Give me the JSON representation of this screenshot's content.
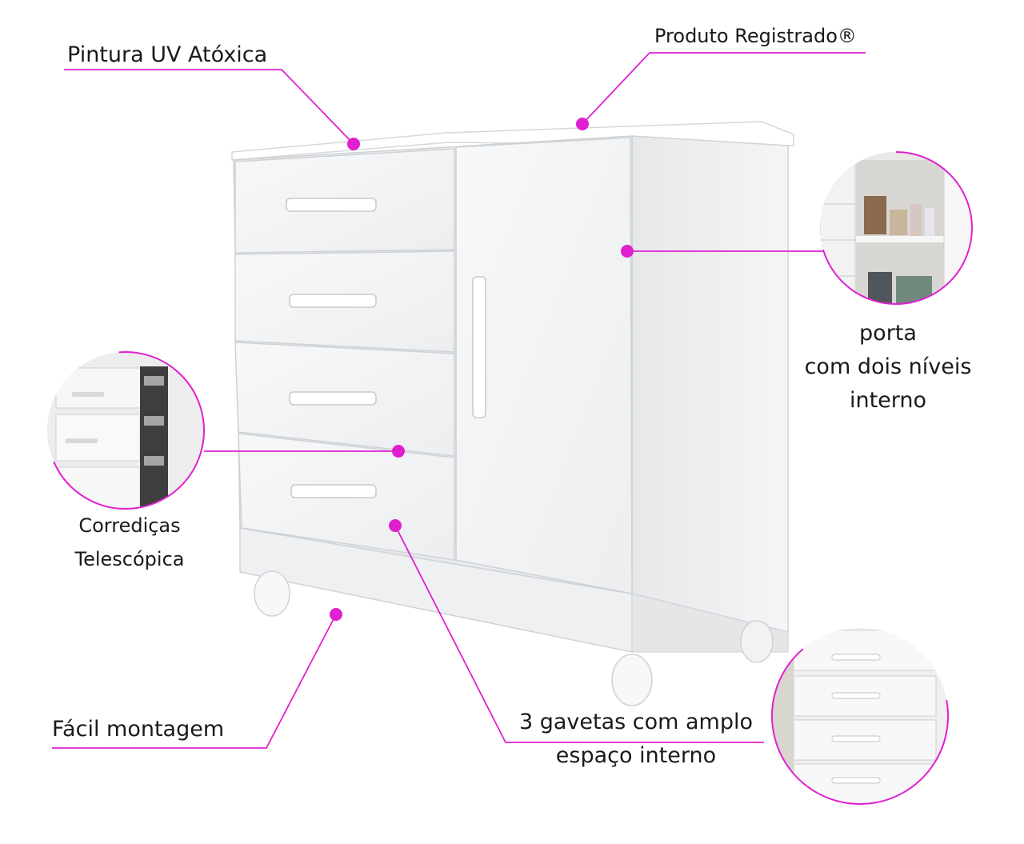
{
  "accent_color": "#e020d0",
  "cabinet_color": "#f3f4f5",
  "callouts": {
    "pintura": {
      "text": "Pintura UV Atóxica"
    },
    "produto": {
      "text": "Produto Registrado®"
    },
    "porta": {
      "lines": [
        "porta",
        "com dois níveis",
        "interno"
      ]
    },
    "corredicas": {
      "lines": [
        "Corrediças",
        "Telescópica"
      ]
    },
    "montagem": {
      "text": "Fácil montagem"
    },
    "gavetas": {
      "lines": [
        "3 gavetas com amplo",
        "espaço interno"
      ]
    }
  }
}
